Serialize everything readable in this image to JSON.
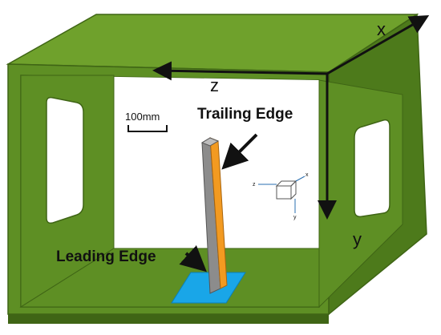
{
  "colors": {
    "box_green": "#5e8f24",
    "box_green_dark": "#3f6515",
    "box_green_light": "#6fa12c",
    "plate_blue": "#19a6e8",
    "blade_orange": "#f29a21",
    "blade_gray": "#8c8c8c",
    "arrow_black": "#111111"
  },
  "axes": {
    "x_label": "x",
    "y_label": "y",
    "z_label": "z"
  },
  "scale_bar": {
    "label": "100mm"
  },
  "annotations": {
    "trailing_edge": "Trailing Edge",
    "leading_edge": "Leading Edge"
  },
  "triad": {
    "z_label": "z",
    "x_label": "x",
    "y_label": "y"
  }
}
